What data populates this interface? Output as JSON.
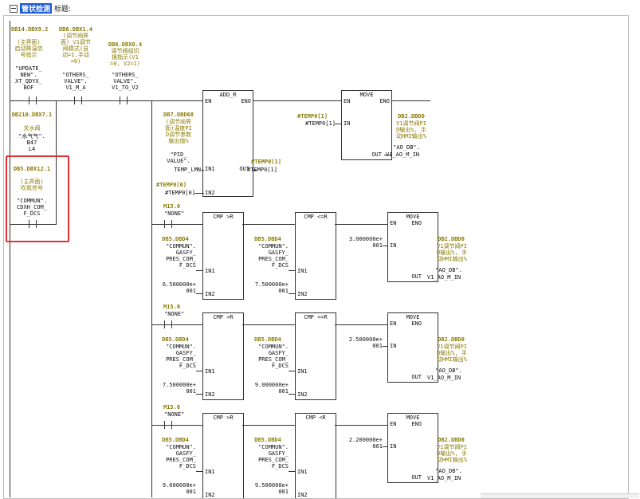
{
  "header": {
    "block_label": "管状检测",
    "title_label": "标题:"
  },
  "contacts": {
    "c1": {
      "addr": "DB14.DBX9.2",
      "comment": [
        "(主界面)",
        "启动降温信",
        "号指示"
      ],
      "symbol": [
        "\"UPDATE_",
        "NEW\".",
        "XT_QDYX_",
        "BOF"
      ]
    },
    "c2": {
      "addr": "DB6.DBX1.4",
      "comment": [
        "(调节阀界",
        "面) V1调节",
        "阀模式(自",
        "动=1,手动",
        "=0)"
      ],
      "symbol": [
        "\"OTHERS_",
        "VALVE\".",
        "V1_M_A"
      ]
    },
    "c3": {
      "addr": "DB6.DBX0.4",
      "comment": [
        "调节阀组切",
        "换指示(V1",
        "=0, V2=1)"
      ],
      "symbol": [
        "\"OTHERS_",
        "VALVE\".",
        "V1_TO_V2"
      ]
    },
    "c4": {
      "addr": "DB210.DBX7.1",
      "comment": [
        "关水阀"
      ],
      "symbol": [
        "\"水气气\".",
        "B47",
        "L4"
      ]
    },
    "c5": {
      "addr": "DB5.DBX12.1",
      "comment": [
        "(主界面)",
        "吹氮信号"
      ],
      "symbol": [
        "\"COMMUN\".",
        "CDXH_COM_",
        "F_DCS"
      ]
    },
    "m1": {
      "addr": "M15.0",
      "symbol": "\"NONE\""
    },
    "m2": {
      "addr": "M15.0",
      "symbol": "\"NONE\""
    },
    "m3": {
      "addr": "M15.0",
      "symbol": "\"NONE\""
    }
  },
  "add": {
    "title": "ADD_R",
    "en": "EN",
    "eno": "ENO",
    "in1": "IN1",
    "in2": "IN2",
    "out": "OUT",
    "in1_addr": "DB7.DBD68",
    "in1_comment": [
      "(调节阀界",
      "面)温度PI",
      "D调节参数",
      "输出值%"
    ],
    "in1_symbol": [
      "\"PID_",
      "VALUE\".",
      "TEMP_LMN"
    ],
    "in2_addr": "#TEMP0[0]",
    "in2_symbol": "#TEMP0[0]",
    "out_addr": "#TEMP0[1]",
    "out_symbol": "#TEMP0[1]"
  },
  "move_top": {
    "title": "MOVE",
    "en": "EN",
    "eno": "ENO",
    "in": "IN",
    "out": "OUT",
    "in_addr": "#TEMP0[1]",
    "in_symbol": "#TEMP0[1]",
    "out_addr": "DB2.DBD0",
    "out_comment": [
      "V1调节阀PI",
      "D输出%, 手",
      "动HMI输出%"
    ],
    "out_symbol": [
      "\"AO_DB\".",
      "V1_AO_M_IN"
    ]
  },
  "rows": [
    {
      "cmp1": {
        "title": "CMP >R",
        "in1": "IN1",
        "in2": "IN2",
        "addr": "DB5.DBD4",
        "sym": [
          "\"COMMUN\".",
          "GASFY_",
          "PRES_COM_",
          "F_DCS"
        ],
        "val": [
          "6.500000e+",
          "001"
        ]
      },
      "cmp2": {
        "title": "CMP <=R",
        "in1": "IN1",
        "in2": "IN2",
        "addr": "DB5.DBD4",
        "sym": [
          "\"COMMUN\".",
          "GASFY_",
          "PRES_COM_",
          "F_DCS"
        ],
        "val": [
          "7.500000e+",
          "001"
        ]
      },
      "move": {
        "title": "MOVE",
        "en": "EN",
        "eno": "ENO",
        "in": "IN",
        "out": "OUT",
        "val": [
          "3.000000e+",
          "001"
        ],
        "out_addr": "DB2.DBD0",
        "out_comment": [
          "V1调节阀PI",
          "D输出%, 手",
          "动HMI输出%"
        ],
        "out_symbol": [
          "\"AO_DB\".",
          "V1_AO_M_IN"
        ]
      }
    },
    {
      "cmp1": {
        "title": "CMP >R",
        "in1": "IN1",
        "in2": "IN2",
        "addr": "DB5.DBD4",
        "sym": [
          "\"COMMUN\".",
          "GASFY_",
          "PRES_COM_",
          "F_DCS"
        ],
        "val": [
          "7.500000e+",
          "001"
        ]
      },
      "cmp2": {
        "title": "CMP <=R",
        "in1": "IN1",
        "in2": "IN2",
        "addr": "DB5.DBD4",
        "sym": [
          "\"COMMUN\".",
          "GASFY_",
          "PRES_COM_",
          "F_DCS"
        ],
        "val": [
          "9.000000e+",
          "001"
        ]
      },
      "move": {
        "title": "MOVE",
        "en": "EN",
        "eno": "ENO",
        "in": "IN",
        "out": "OUT",
        "val": [
          "2.500000e+",
          "001"
        ],
        "out_addr": "DB2.DBD0",
        "out_comment": [
          "V1调节阀PI",
          "D输出%, 手",
          "动HMI输出%"
        ],
        "out_symbol": [
          "\"AO_DB\".",
          "V1_AO_M_IN"
        ]
      }
    },
    {
      "cmp1": {
        "title": "CMP >R",
        "in1": "IN1",
        "in2": "IN2",
        "addr": "DB5.DBD4",
        "sym": [
          "\"COMMUN\".",
          "GASFY_",
          "PRES_COM_",
          "F_DCS"
        ],
        "val": [
          "9.000000e+",
          "001"
        ]
      },
      "cmp2": {
        "title": "CMP <R",
        "in1": "IN1",
        "in2": "IN2",
        "addr": "DB5.DBD4",
        "sym": [
          "\"COMMUN\".",
          "GASFY_",
          "PRES_COM_",
          "F_DCS"
        ],
        "val": [
          "9.500000e+",
          "001"
        ]
      },
      "move": {
        "title": "MOVE",
        "en": "EN",
        "eno": "ENO",
        "in": "IN",
        "out": "OUT",
        "val": [
          "2.200000e+",
          "001"
        ],
        "out_addr": "DB2.DBD0",
        "out_comment": [
          "V1调节阀PI",
          "D输出%, 手",
          "动HMI输出%"
        ],
        "out_symbol": [
          "\"AO_DB\".",
          "V1_AO_M_IN"
        ]
      }
    }
  ],
  "colors": {
    "address": "#8a7a00",
    "highlight": "#e03030",
    "block_label_bg": "#1e5bd6"
  }
}
